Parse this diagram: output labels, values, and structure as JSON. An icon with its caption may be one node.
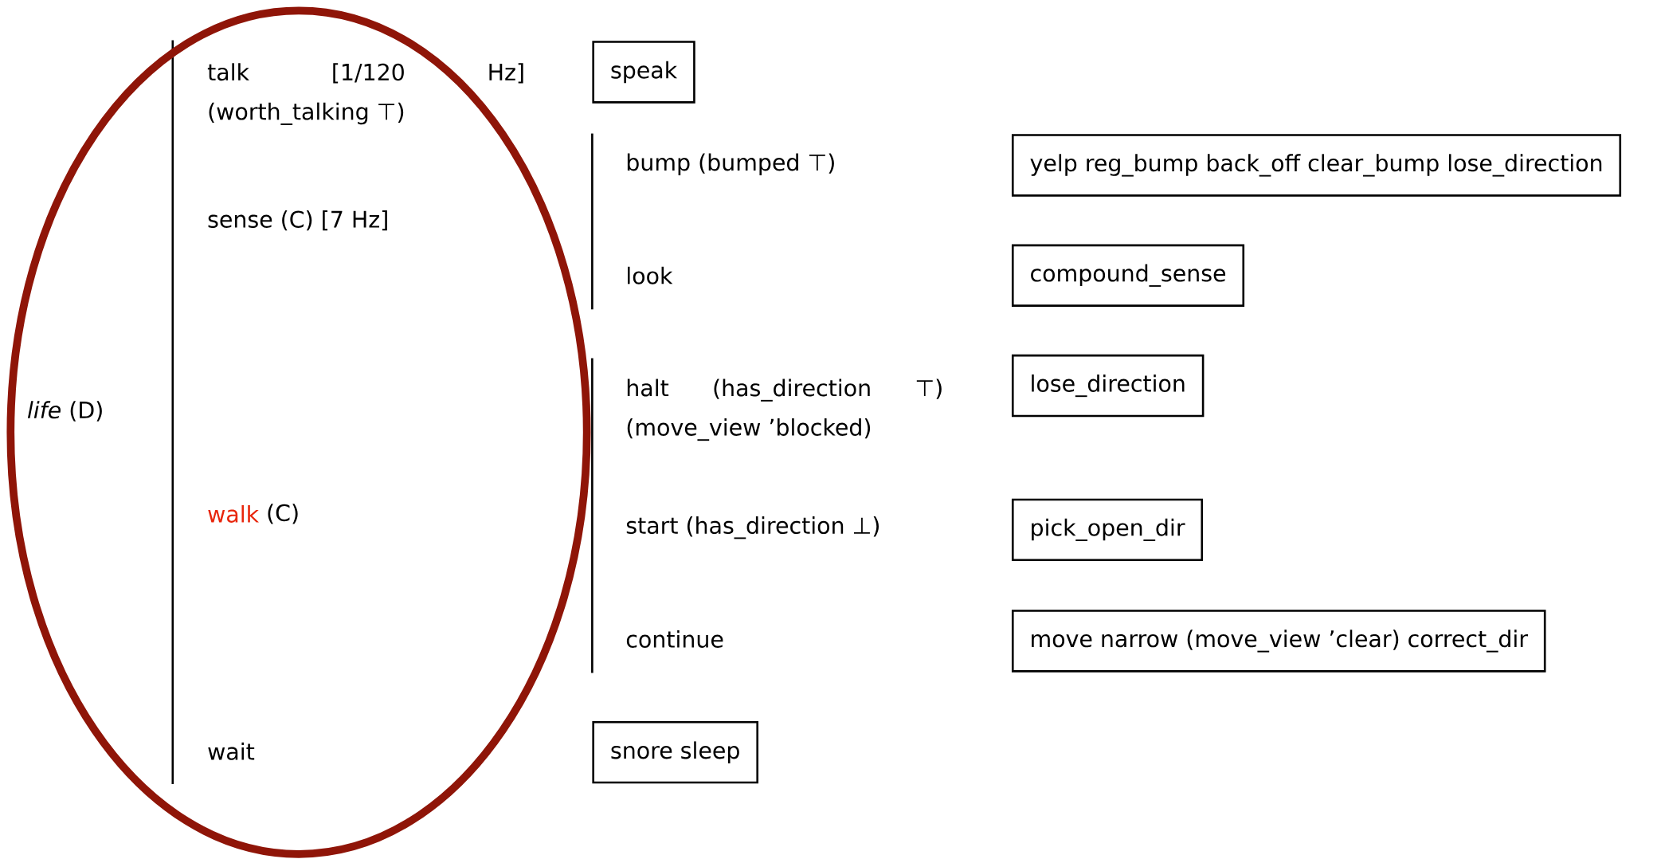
{
  "diagram": {
    "nodes": [
      {
        "text": [
          "*life* (D)"
        ]
      },
      {
        "text": [
          "speak"
        ]
      },
      {
        "text": [
          "yelp reg_bump back_off clear_bump lose_direction"
        ]
      },
      {
        "text": [
          "compound_sense"
        ]
      },
      {
        "text": [
          "lose_direction"
        ]
      },
      {
        "text": [
          "pick_open_dir"
        ]
      },
      {
        "text": [
          "move narrow (move_view ’clear) correct_dir"
        ]
      },
      {
        "text": [
          "snore sleep"
        ]
      }
    ],
    "labels": [
      "talk [1/120 Hz] (worth_talking ⊤)",
      "sense (C) [7 Hz]",
      "bump (bumped ⊤)",
      "look",
      "halt (has_direction ⊤) (move_view ’blocked)",
      "walk",
      "(C)",
      "start (has_direction ⊥)",
      "continue",
      "wait"
    ]
  }
}
